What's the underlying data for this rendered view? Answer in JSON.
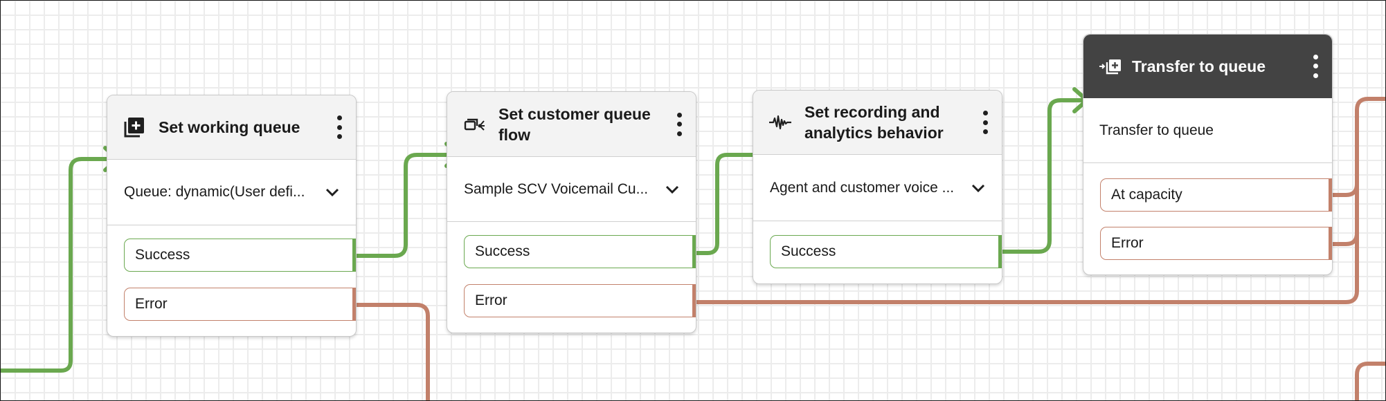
{
  "colors": {
    "success_line": "#6aa84f",
    "error_line": "#c2806a",
    "header_light": "#f3f3f3",
    "header_dark": "#434343"
  },
  "blocks": [
    {
      "title": "Set working queue",
      "icon": "queue-add-icon",
      "dropdown": "Queue: dynamic(User defi...",
      "ports": [
        "Success",
        "Error"
      ]
    },
    {
      "title": "Set customer queue flow",
      "icon": "customer-flow-icon",
      "dropdown": "Sample SCV Voicemail Cu...",
      "ports": [
        "Success",
        "Error"
      ]
    },
    {
      "title": "Set recording and analytics behavior",
      "icon": "waveform-icon",
      "dropdown": "Agent and customer voice ...",
      "ports": [
        "Success"
      ]
    },
    {
      "title": "Transfer to queue",
      "icon": "transfer-queue-icon",
      "description": "Transfer to queue",
      "ports": [
        "At capacity",
        "Error"
      ]
    }
  ]
}
